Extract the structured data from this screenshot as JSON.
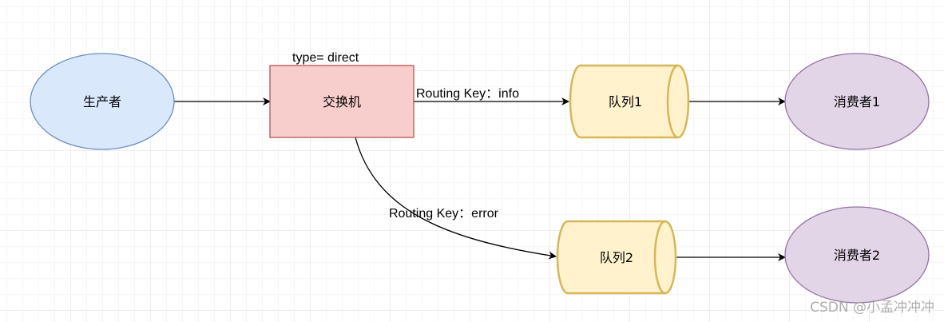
{
  "nodes": {
    "producer": {
      "label": "生产者",
      "fill": "#dae8fc",
      "stroke": "#6c8ebf"
    },
    "exchange": {
      "label": "交换机",
      "type_label": "type= direct",
      "fill": "#f8cecc",
      "stroke": "#b85450"
    },
    "queue1": {
      "label": "队列1",
      "fill": "#fff2cc",
      "stroke": "#d6b656"
    },
    "queue2": {
      "label": "队列2",
      "fill": "#fff2cc",
      "stroke": "#d6b656"
    },
    "consumer1": {
      "label": "消费者1",
      "fill": "#e1d5e7",
      "stroke": "#9673a6"
    },
    "consumer2": {
      "label": "消费者2",
      "fill": "#e1d5e7",
      "stroke": "#9673a6"
    }
  },
  "edges": {
    "exchange_to_queue1": {
      "label": "Routing Key：info"
    },
    "exchange_to_queue2": {
      "label": "Routing Key：error"
    }
  },
  "watermark": "CSDN @小孟冲冲冲"
}
